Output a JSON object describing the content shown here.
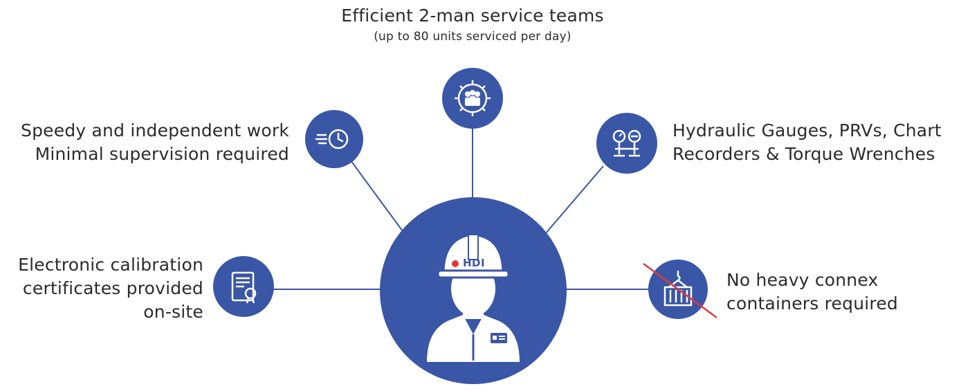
{
  "colors": {
    "node": "#3a56a6",
    "line": "#3a56a6",
    "icon": "#ffffff",
    "strike": "#e03a3a"
  },
  "center": {
    "icon": "worker-helmet-icon",
    "helmet_text": "HDI"
  },
  "features": {
    "top": {
      "line1": "Efficient 2-man service teams",
      "line2": "(up to 80 units serviced per day)",
      "icon": "team-gear-icon"
    },
    "upper_left": {
      "line1": "Speedy and independent work",
      "line2": "Minimal supervision required",
      "icon": "fast-clock-icon"
    },
    "upper_right": {
      "line1": "Hydraulic Gauges, PRVs, Chart",
      "line2": "Recorders & Torque Wrenches",
      "icon": "gauges-icon"
    },
    "lower_left": {
      "line1": "Electronic calibration",
      "line2": "certificates provided",
      "line3": "on-site",
      "icon": "certificate-icon"
    },
    "lower_right": {
      "line1": "No heavy connex",
      "line2": "containers required",
      "icon": "crossed-container-icon"
    }
  }
}
